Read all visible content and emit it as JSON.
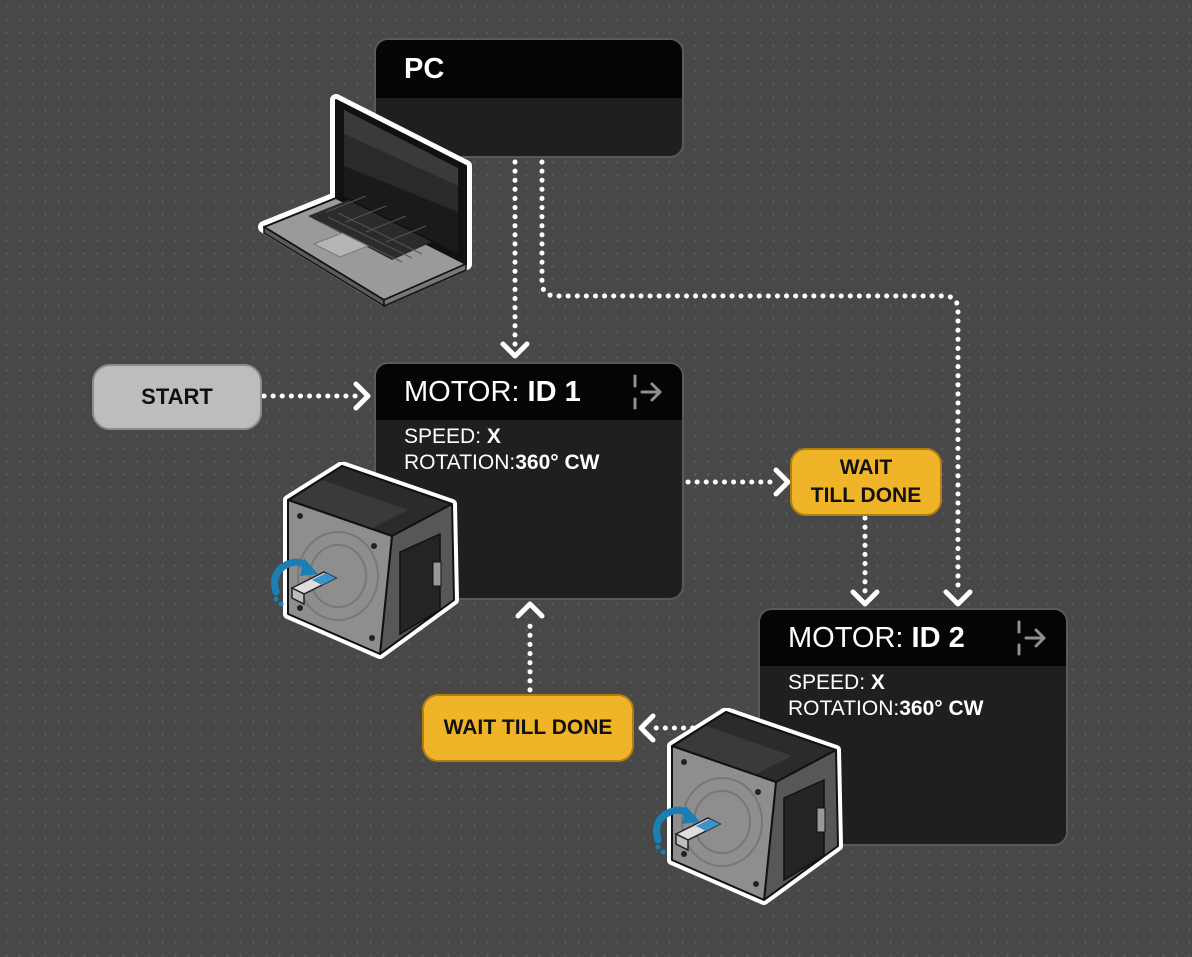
{
  "pc_node": {
    "title": "PC"
  },
  "start_button": {
    "label": "START"
  },
  "motor1": {
    "title_prefix": "MOTOR: ",
    "title_id": "ID 1",
    "speed_label": "SPEED: ",
    "speed_value": "X",
    "rotation_label": "ROTATION:",
    "rotation_value": "360° CW"
  },
  "motor2": {
    "title_prefix": "MOTOR: ",
    "title_id": "ID 2",
    "speed_label": "SPEED: ",
    "speed_value": "X",
    "rotation_label": "ROTATION:",
    "rotation_value": "360° CW"
  },
  "wait1": {
    "line1": "WAIT",
    "line2": "TILL DONE"
  },
  "wait2": {
    "label": "WAIT TILL DONE"
  },
  "colors": {
    "background": "#474847",
    "node_body": "#1f1f1f",
    "node_header": "#050505",
    "wait_yellow": "#f0b429",
    "start_gray": "#bdbdbd",
    "rotation_arrow_blue": "#1a7fb5"
  },
  "icons": {
    "laptop": "laptop-icon",
    "stepper_motor": "stepper-motor-icon",
    "exit": "exit-icon",
    "rotation": "rotation-arrow-icon"
  }
}
